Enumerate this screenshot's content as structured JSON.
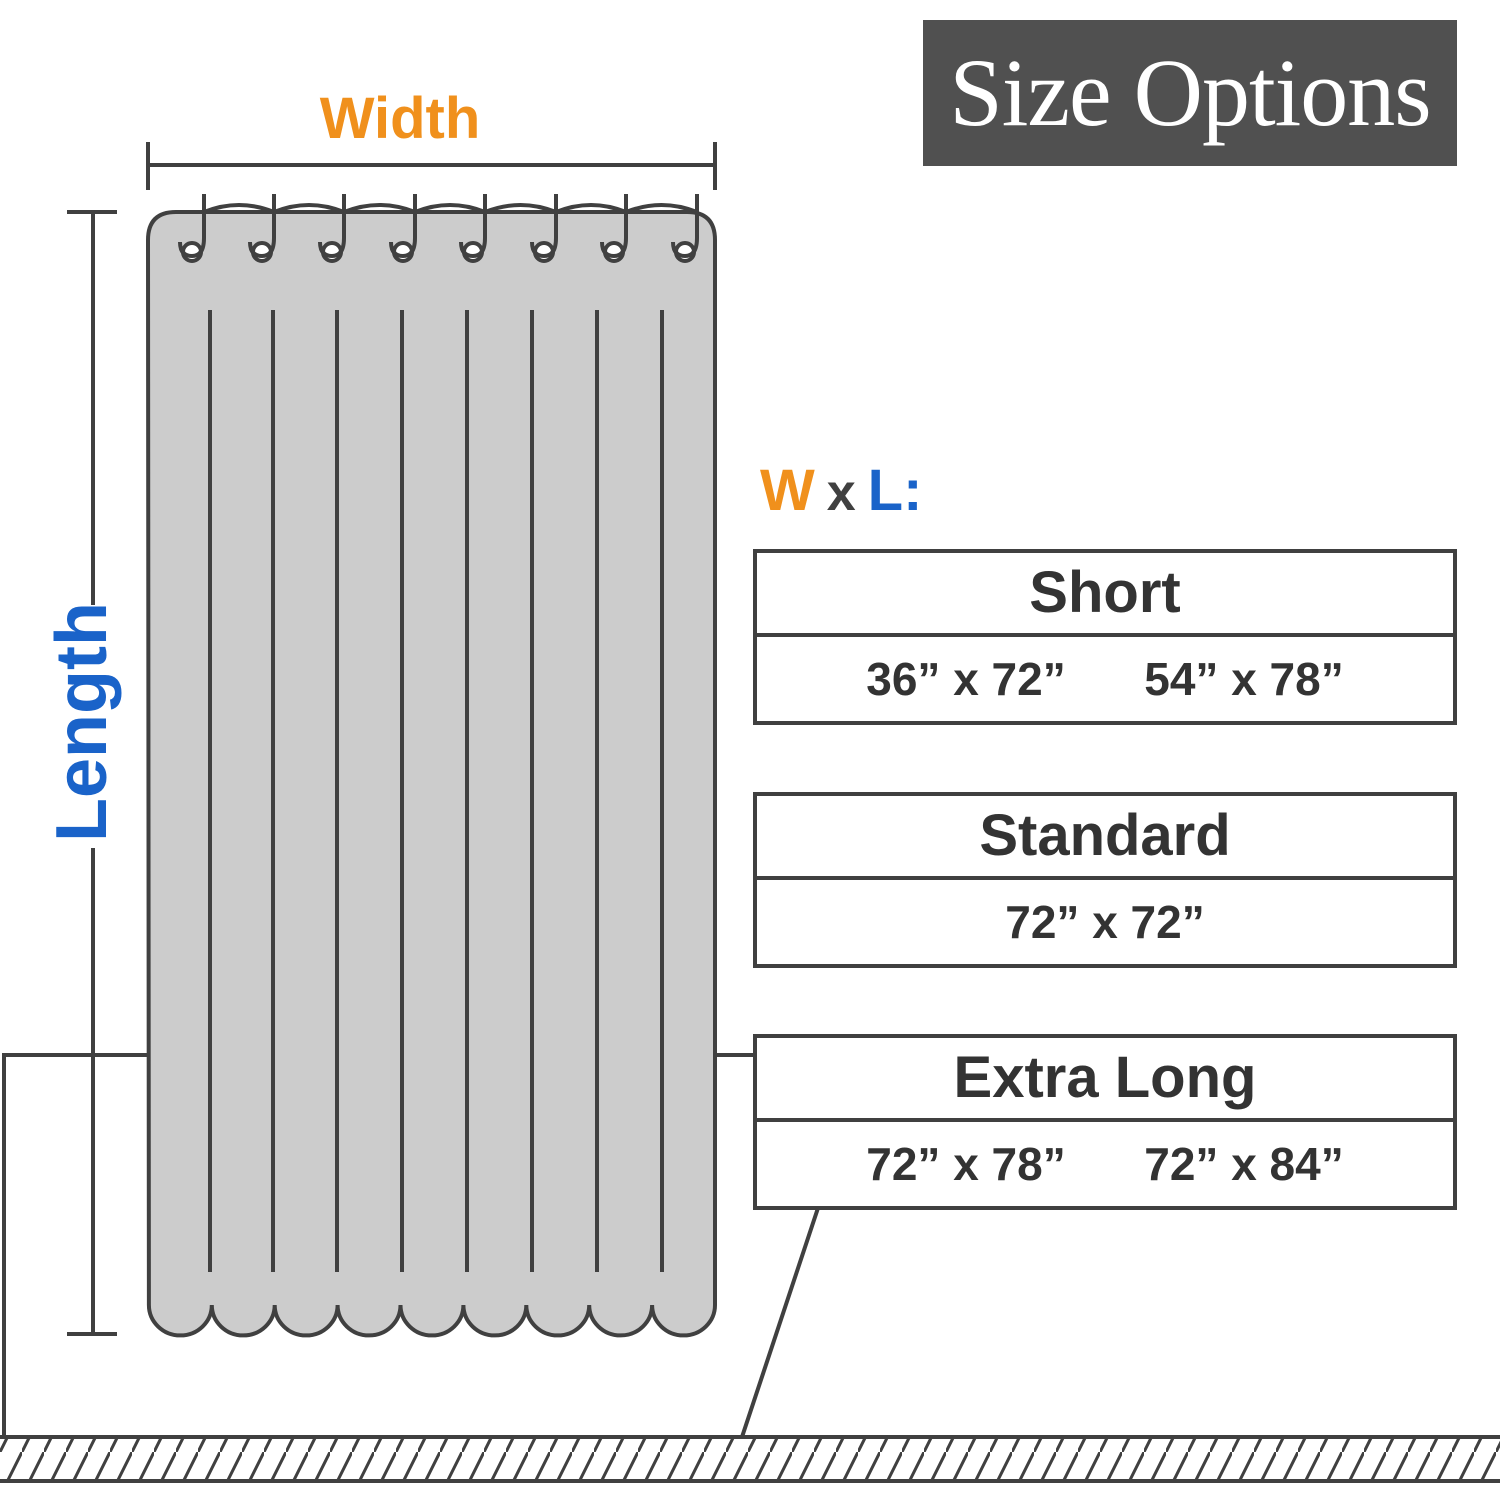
{
  "title": "Size Options",
  "labels": {
    "width": "Width",
    "length": "Length"
  },
  "heading": {
    "w": "W",
    "x": "x",
    "l": "L:"
  },
  "sizes": [
    {
      "name": "Short",
      "values": [
        "36” x 72”",
        "54” x 78”"
      ]
    },
    {
      "name": "Standard",
      "values": [
        "72” x 72”"
      ]
    },
    {
      "name": "Extra Long",
      "values": [
        "72” x 78”",
        "72” x 84”"
      ]
    }
  ],
  "colors": {
    "width_accent": "#f0901c",
    "length_accent": "#1a63c9",
    "title_bg": "#505050",
    "curtain_fill": "#cccccc",
    "outline": "#404040"
  },
  "icons": [
    "curtain-icon",
    "curtain-hook-icon",
    "dimension-arrow-icon",
    "floor-hatch-icon"
  ]
}
